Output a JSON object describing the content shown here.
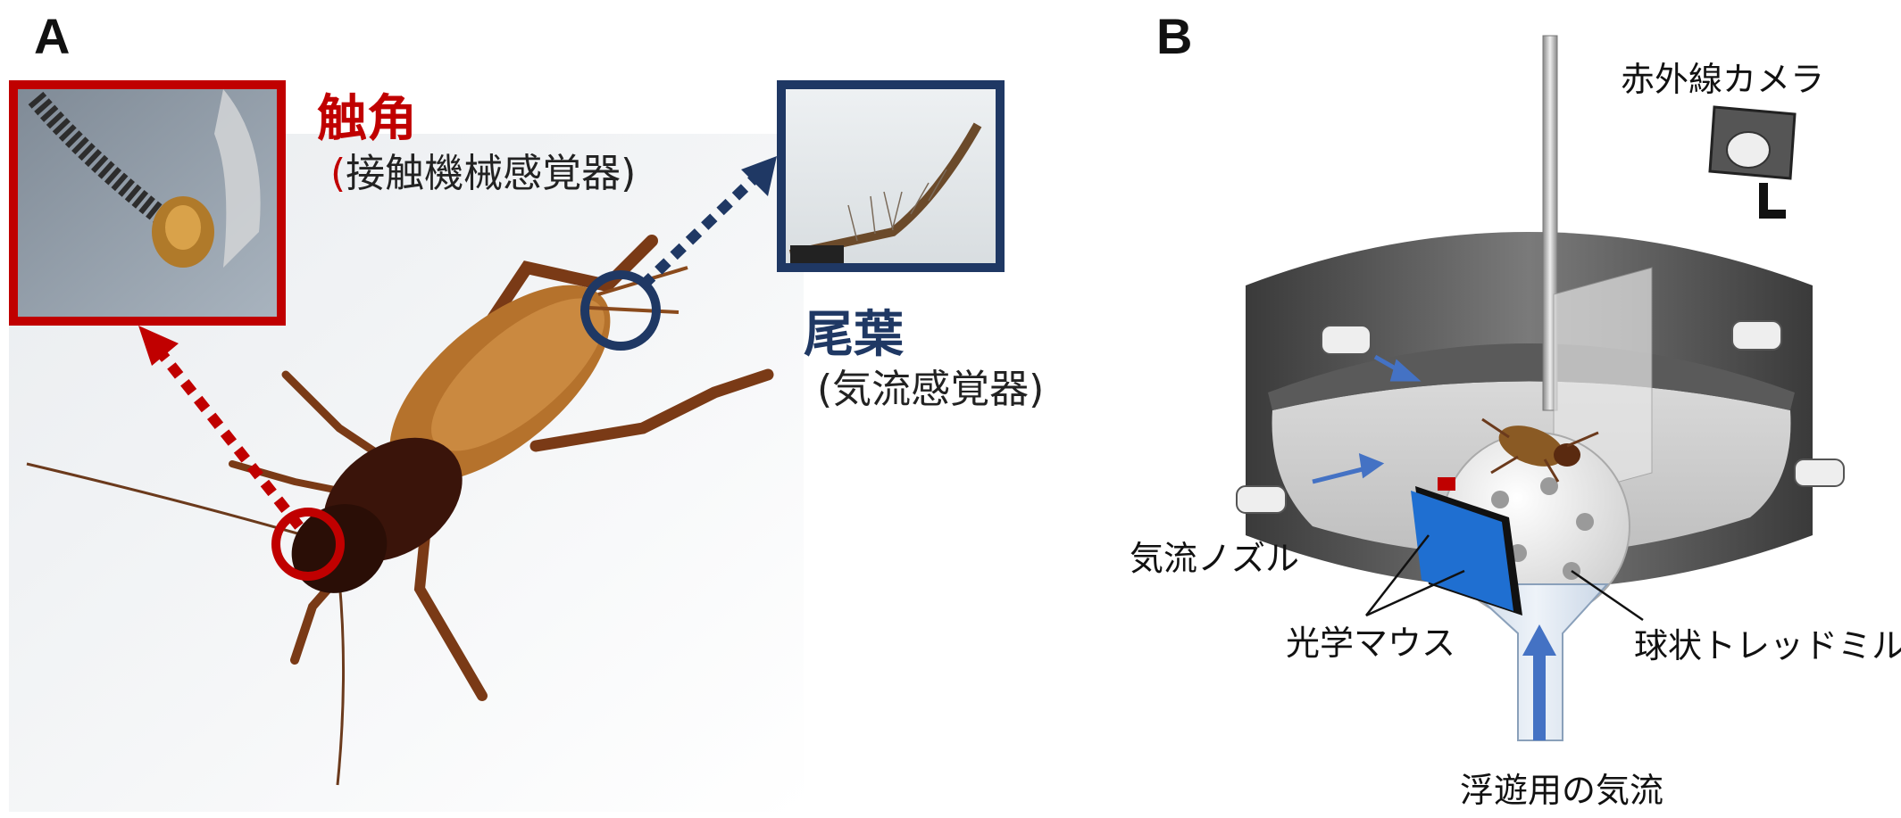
{
  "panels": {
    "a": {
      "letter": "A",
      "antenna_title": "触角",
      "antenna_paren_open": "(",
      "antenna_subtitle": "接触機械感覚器)",
      "cercus_title": "尾葉",
      "cercus_subtitle": "(気流感覚器)"
    },
    "b": {
      "letter": "B",
      "infrared_camera": "赤外線カメラ",
      "airflow_nozzle": "気流ノズル",
      "optical_mouse": "光学マウス",
      "spherical_treadmill": "球状トレッドミル",
      "levitation_airflow": "浮遊用の気流"
    }
  },
  "colors": {
    "antenna": "#c00000",
    "cercus": "#1f3864",
    "arrow_blue": "#4472c4",
    "mouse_blue": "#1f6fd1"
  },
  "icons": [
    "cricket-photo",
    "antenna-closeup",
    "cercus-closeup",
    "infrared-camera-icon",
    "air-nozzle-icon",
    "optical-mouse-icon",
    "treadmill-ball"
  ]
}
